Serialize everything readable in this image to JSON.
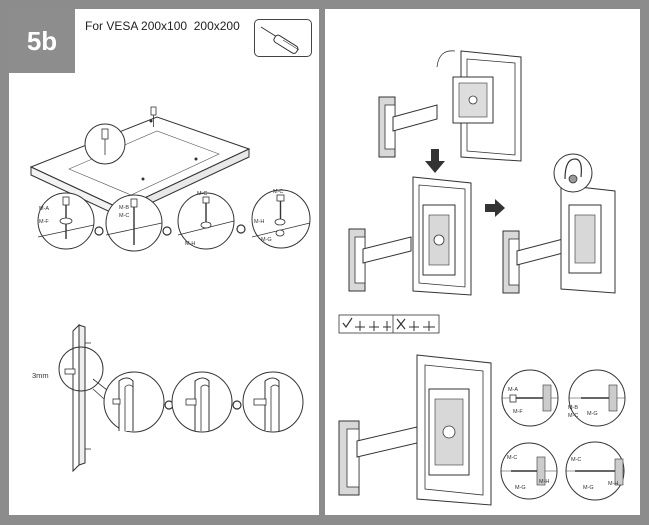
{
  "step": {
    "label": "5b"
  },
  "header": {
    "vesa_text": "For VESA 200x100  200x200"
  },
  "left_panel": {
    "detail_circles": [
      {
        "id": "circle-1",
        "labels": [
          "M-A",
          "M-F"
        ]
      },
      {
        "id": "circle-2",
        "labels": [
          "M-B",
          "M-C"
        ]
      },
      {
        "id": "circle-3",
        "labels": [
          "M-C",
          "M-H"
        ]
      },
      {
        "id": "circle-4",
        "labels": [
          "M-C",
          "M-H",
          "M-G"
        ]
      }
    ],
    "gap_label": "3mm"
  },
  "right_panel": {
    "bottom_circles": [
      {
        "id": "br-1",
        "labels": [
          "M-A",
          "M-F"
        ]
      },
      {
        "id": "br-2",
        "labels": [
          "M-B",
          "M-C",
          "M-G"
        ]
      },
      {
        "id": "br-3",
        "labels": [
          "M-C",
          "M-G",
          "M-H"
        ]
      },
      {
        "id": "br-4",
        "labels": [
          "M-C",
          "M-G",
          "M-H"
        ]
      }
    ]
  },
  "colors": {
    "background": "#8c8c8c",
    "badge": "#8d8d8d",
    "panel": "#ffffff",
    "line": "#333333"
  }
}
